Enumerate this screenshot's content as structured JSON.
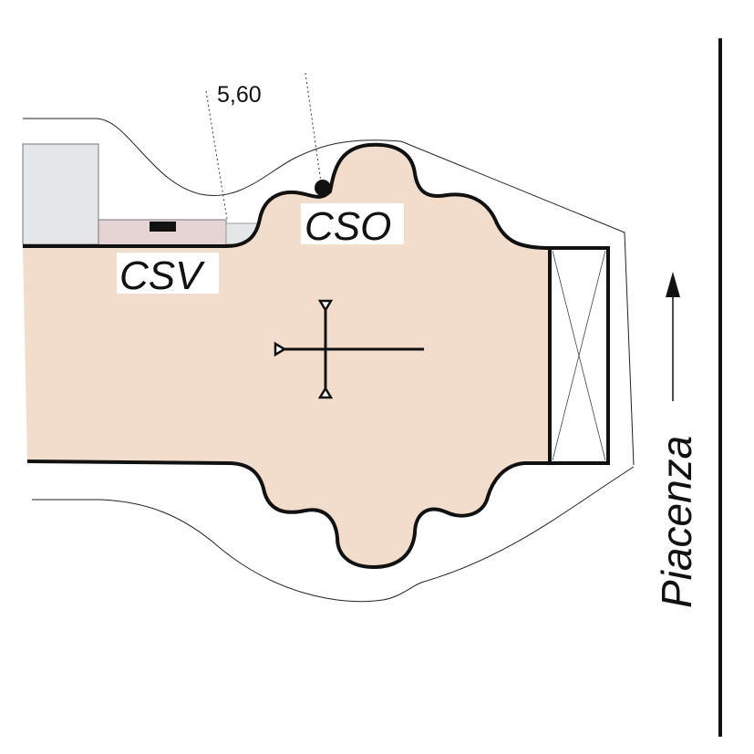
{
  "labels": {
    "dimension": "5,60",
    "cso": "CSO",
    "csv": "CSV",
    "direction": "Piacenza"
  },
  "colors": {
    "church_fill": "#f2dccb",
    "csv_fill": "#e6d3d4",
    "building_fill": "#e4e6e8",
    "stroke": "#111111"
  }
}
